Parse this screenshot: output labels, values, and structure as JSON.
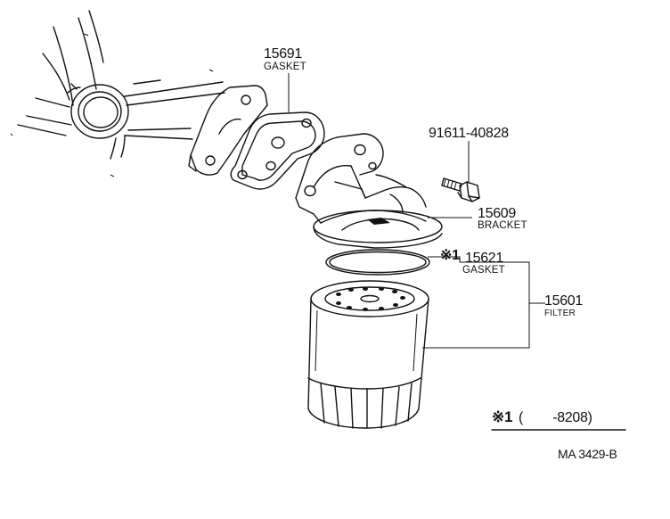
{
  "parts": [
    {
      "number": "15691",
      "name": "GASKET"
    },
    {
      "number": "91611-40828",
      "name": ""
    },
    {
      "number": "15609",
      "name": "BRACKET"
    },
    {
      "number": "15621",
      "name": "GASKET",
      "note_mark": "※1"
    },
    {
      "number": "15601",
      "name": "FILTER"
    }
  ],
  "footnote": {
    "mark": "※1",
    "range": "(        -8208)"
  },
  "diagram_code": "MA 3429-B"
}
